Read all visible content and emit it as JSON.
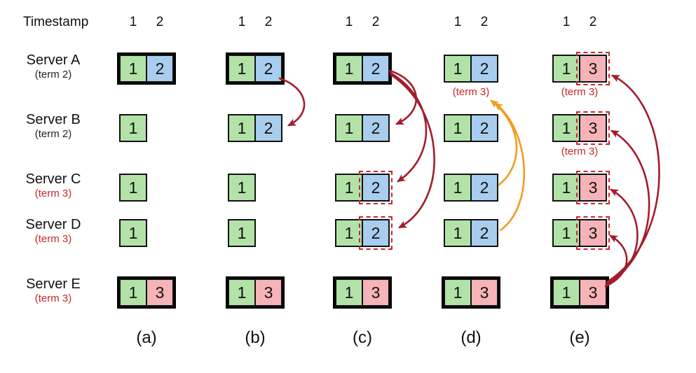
{
  "figure": {
    "timestamp_label": "Timestamp"
  },
  "colors": {
    "entry_green": "#b3e2a9",
    "entry_blue": "#a8cdee",
    "entry_pink": "#f6b3b8",
    "entry_border": "#111111",
    "leader_border": "#000000",
    "arrow_red": "#a31c2c",
    "arrow_orange": "#f29c1f",
    "term_red": "#c62828",
    "dashed_red": "#c9252b"
  },
  "servers": [
    {
      "name": "Server A",
      "term": "(term 2)",
      "term_color": "black"
    },
    {
      "name": "Server B",
      "term": "(term 2)",
      "term_color": "black"
    },
    {
      "name": "Server C",
      "term": "(term 3)",
      "term_color": "red"
    },
    {
      "name": "Server D",
      "term": "(term 3)",
      "term_color": "red"
    },
    {
      "name": "Server E",
      "term": "(term 3)",
      "term_color": "red"
    }
  ],
  "panels": [
    {
      "caption": "(a)",
      "timestamps": [
        "1",
        "2"
      ],
      "logs": [
        {
          "server": "Server A",
          "leader": true,
          "entries": [
            {
              "value": "1",
              "color": "green"
            },
            {
              "value": "2",
              "color": "blue"
            }
          ]
        },
        {
          "server": "Server B",
          "leader": false,
          "entries": [
            {
              "value": "1",
              "color": "green"
            }
          ]
        },
        {
          "server": "Server C",
          "leader": false,
          "entries": [
            {
              "value": "1",
              "color": "green"
            }
          ]
        },
        {
          "server": "Server D",
          "leader": false,
          "entries": [
            {
              "value": "1",
              "color": "green"
            }
          ]
        },
        {
          "server": "Server E",
          "leader": true,
          "entries": [
            {
              "value": "1",
              "color": "green"
            },
            {
              "value": "3",
              "color": "pink"
            }
          ]
        }
      ]
    },
    {
      "caption": "(b)",
      "timestamps": [
        "1",
        "2"
      ],
      "logs": [
        {
          "server": "Server A",
          "leader": true,
          "entries": [
            {
              "value": "1",
              "color": "green"
            },
            {
              "value": "2",
              "color": "blue"
            }
          ]
        },
        {
          "server": "Server B",
          "leader": false,
          "entries": [
            {
              "value": "1",
              "color": "green"
            },
            {
              "value": "2",
              "color": "blue"
            }
          ]
        },
        {
          "server": "Server C",
          "leader": false,
          "entries": [
            {
              "value": "1",
              "color": "green"
            }
          ]
        },
        {
          "server": "Server D",
          "leader": false,
          "entries": [
            {
              "value": "1",
              "color": "green"
            }
          ]
        },
        {
          "server": "Server E",
          "leader": true,
          "entries": [
            {
              "value": "1",
              "color": "green"
            },
            {
              "value": "3",
              "color": "pink"
            }
          ]
        }
      ]
    },
    {
      "caption": "(c)",
      "timestamps": [
        "1",
        "2"
      ],
      "logs": [
        {
          "server": "Server A",
          "leader": true,
          "entries": [
            {
              "value": "1",
              "color": "green"
            },
            {
              "value": "2",
              "color": "blue"
            }
          ]
        },
        {
          "server": "Server B",
          "leader": false,
          "entries": [
            {
              "value": "1",
              "color": "green"
            },
            {
              "value": "2",
              "color": "blue"
            }
          ]
        },
        {
          "server": "Server C",
          "leader": false,
          "entries": [
            {
              "value": "1",
              "color": "green"
            },
            {
              "value": "2",
              "color": "blue",
              "dashed": true
            }
          ]
        },
        {
          "server": "Server D",
          "leader": false,
          "entries": [
            {
              "value": "1",
              "color": "green"
            },
            {
              "value": "2",
              "color": "blue",
              "dashed": true
            }
          ]
        },
        {
          "server": "Server E",
          "leader": true,
          "entries": [
            {
              "value": "1",
              "color": "green"
            },
            {
              "value": "3",
              "color": "pink"
            }
          ]
        }
      ]
    },
    {
      "caption": "(d)",
      "timestamps": [
        "1",
        "2"
      ],
      "logs": [
        {
          "server": "Server A",
          "leader": false,
          "term_label": "(term 3)",
          "entries": [
            {
              "value": "1",
              "color": "green"
            },
            {
              "value": "2",
              "color": "blue"
            }
          ]
        },
        {
          "server": "Server B",
          "leader": false,
          "entries": [
            {
              "value": "1",
              "color": "green"
            },
            {
              "value": "2",
              "color": "blue"
            }
          ]
        },
        {
          "server": "Server C",
          "leader": false,
          "entries": [
            {
              "value": "1",
              "color": "green"
            },
            {
              "value": "2",
              "color": "blue"
            }
          ]
        },
        {
          "server": "Server D",
          "leader": false,
          "entries": [
            {
              "value": "1",
              "color": "green"
            },
            {
              "value": "2",
              "color": "blue"
            }
          ]
        },
        {
          "server": "Server E",
          "leader": true,
          "entries": [
            {
              "value": "1",
              "color": "green"
            },
            {
              "value": "3",
              "color": "pink"
            }
          ]
        }
      ]
    },
    {
      "caption": "(e)",
      "timestamps": [
        "1",
        "2"
      ],
      "logs": [
        {
          "server": "Server A",
          "leader": false,
          "term_label": "(term 3)",
          "entries": [
            {
              "value": "1",
              "color": "green"
            },
            {
              "value": "3",
              "color": "pink",
              "dashed": true
            }
          ]
        },
        {
          "server": "Server B",
          "leader": false,
          "term_label": "(term 3)",
          "entries": [
            {
              "value": "1",
              "color": "green"
            },
            {
              "value": "3",
              "color": "pink",
              "dashed": true
            }
          ]
        },
        {
          "server": "Server C",
          "leader": false,
          "entries": [
            {
              "value": "1",
              "color": "green"
            },
            {
              "value": "3",
              "color": "pink",
              "dashed": true
            }
          ]
        },
        {
          "server": "Server D",
          "leader": false,
          "entries": [
            {
              "value": "1",
              "color": "green"
            },
            {
              "value": "3",
              "color": "pink",
              "dashed": true
            }
          ]
        },
        {
          "server": "Server E",
          "leader": true,
          "entries": [
            {
              "value": "1",
              "color": "green"
            },
            {
              "value": "3",
              "color": "pink"
            }
          ]
        }
      ]
    }
  ],
  "arrows": [
    {
      "panel": "(b)",
      "from": "Server A entry 2",
      "to": "Server B entry 2",
      "color_key": "arrow_red"
    },
    {
      "panel": "(c)",
      "from": "Server A entry 2",
      "to": "Server B entry 2",
      "color_key": "arrow_red"
    },
    {
      "panel": "(c)",
      "from": "Server A entry 2",
      "to": "Server C entry 2",
      "color_key": "arrow_red"
    },
    {
      "panel": "(c)",
      "from": "Server A entry 2",
      "to": "Server D entry 2",
      "color_key": "arrow_red"
    },
    {
      "panel": "(d)",
      "from": "Server C",
      "to": "Server A",
      "color_key": "arrow_orange"
    },
    {
      "panel": "(d)",
      "from": "Server D",
      "to": "Server A",
      "color_key": "arrow_orange"
    },
    {
      "panel": "(e)",
      "from": "Server E entry 3",
      "to": "Server D entry 3",
      "color_key": "arrow_red"
    },
    {
      "panel": "(e)",
      "from": "Server E entry 3",
      "to": "Server C entry 3",
      "color_key": "arrow_red"
    },
    {
      "panel": "(e)",
      "from": "Server E entry 3",
      "to": "Server B entry 3",
      "color_key": "arrow_red"
    },
    {
      "panel": "(e)",
      "from": "Server E entry 3",
      "to": "Server A entry 3",
      "color_key": "arrow_red"
    }
  ]
}
